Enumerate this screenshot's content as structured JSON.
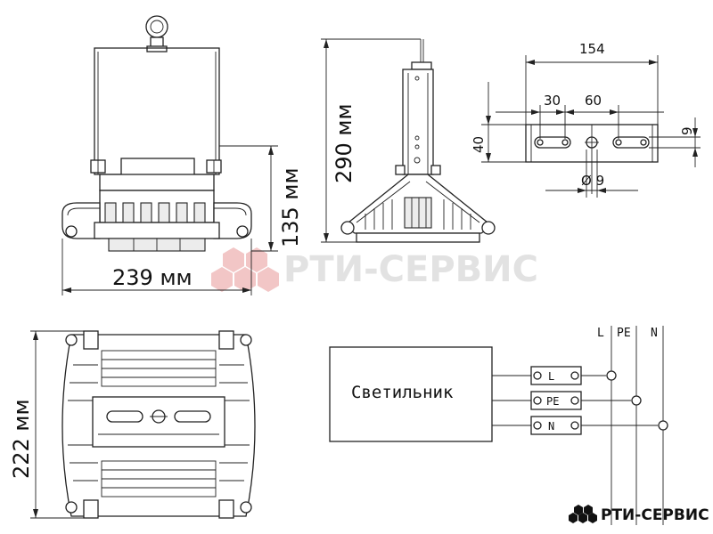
{
  "dimensions": {
    "front_width": "239 мм",
    "front_height": "135 мм",
    "side_height": "290 мм",
    "plan_depth": "222 мм",
    "bracket_length": "154",
    "bracket_offset_1": "30",
    "bracket_offset_2": "60",
    "bracket_height": "40",
    "slot_width": "9",
    "hole_diameter": "Ø 9"
  },
  "schematic": {
    "device_label": "Светильник",
    "terminals": [
      "L",
      "PE",
      "N"
    ],
    "bus_labels": [
      "L",
      "PE",
      "N"
    ]
  },
  "watermark": "РТИ-СЕРВИС",
  "logo": {
    "text": "РТИ-СЕРВИС"
  },
  "colors": {
    "line": "#222222",
    "watermark_icon": "#f2c6c6",
    "watermark_text": "#e2e2e2",
    "logo_icon": "#111111"
  }
}
